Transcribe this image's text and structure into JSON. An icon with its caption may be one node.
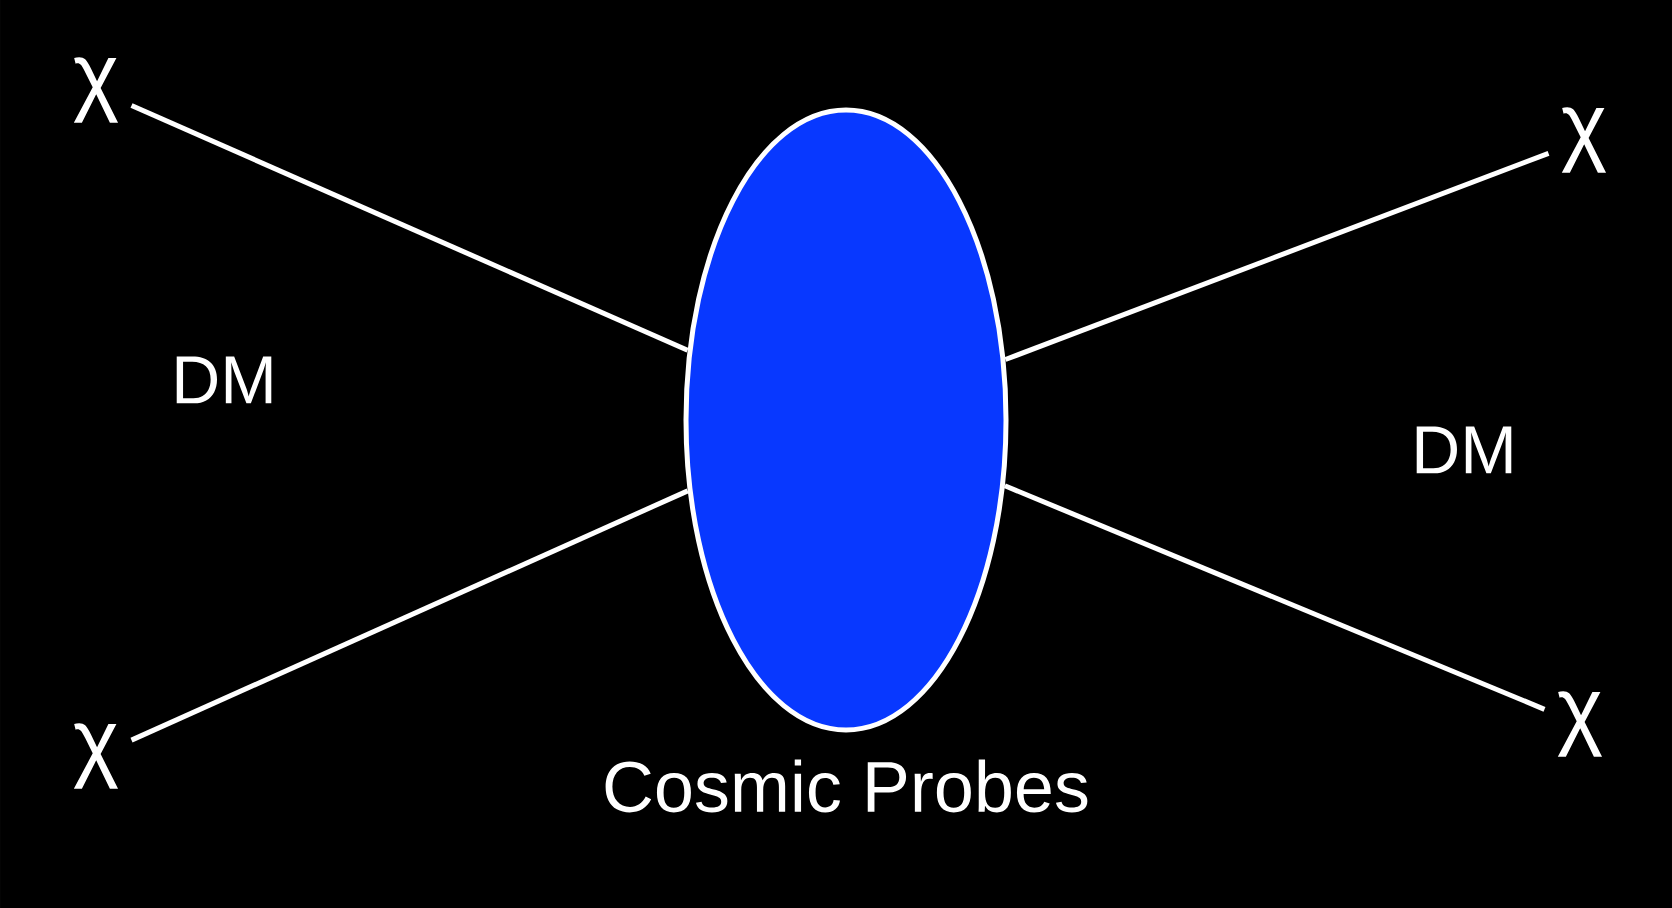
{
  "diagram": {
    "nodes": [
      {
        "text": [
          "χ"
        ]
      },
      {
        "text": [
          "χ"
        ]
      },
      {
        "text": [],
        "shape": "ellipse",
        "beside": [
          "Cosmic Probes"
        ]
      },
      {
        "text": [
          "χ"
        ]
      },
      {
        "text": [
          "χ"
        ]
      }
    ],
    "edges": [
      {
        "from": 0,
        "to": 2,
        "arrow": "none"
      },
      {
        "from": 2,
        "to": 1,
        "arrow": "none"
      },
      {
        "from": 3,
        "to": 2,
        "arrow": "none"
      },
      {
        "from": 2,
        "to": 4,
        "arrow": "none"
      }
    ],
    "labels": [
      "DM",
      "DM"
    ]
  }
}
